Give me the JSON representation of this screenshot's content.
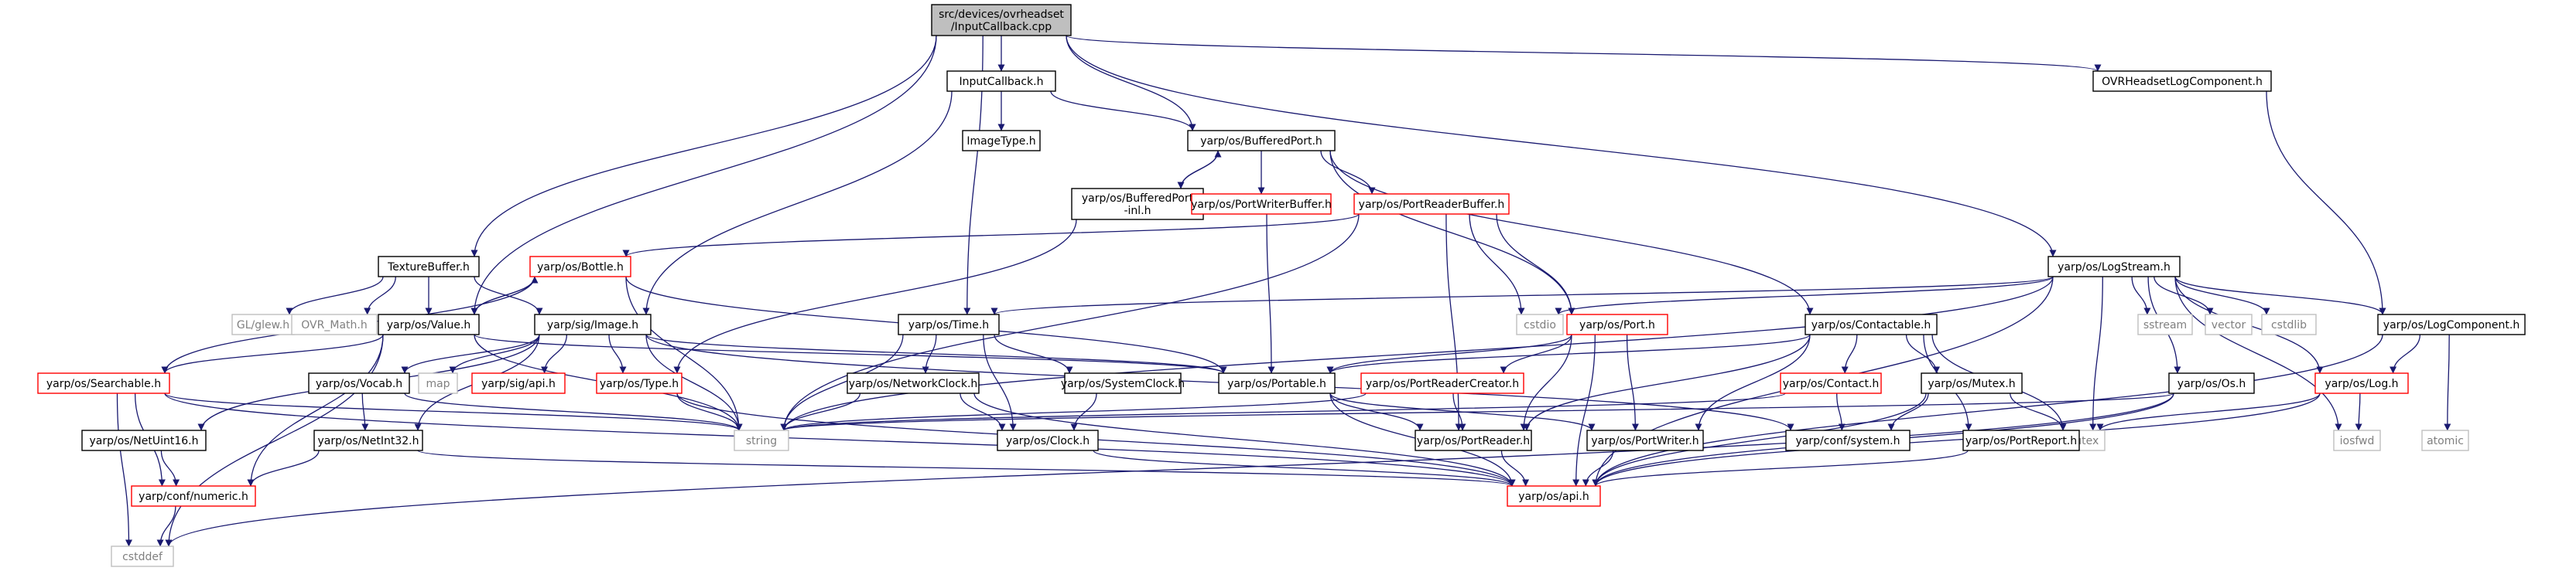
{
  "colors": {
    "edge": "#191970",
    "root_fill": "#bfbfbf",
    "normal_border": "#000000",
    "missing_border": "#ff0000",
    "external_border": "#bfbfbf",
    "external_text": "#808080"
  },
  "nodes": [
    {
      "id": "root",
      "lines": [
        "src/devices/ovrheadset",
        "/InputCallback.cpp"
      ],
      "kind": "root"
    },
    {
      "id": "inputcallback_h",
      "lines": [
        "InputCallback.h"
      ],
      "kind": "normal"
    },
    {
      "id": "ovrlog",
      "lines": [
        "OVRHeadsetLogComponent.h"
      ],
      "kind": "normal"
    },
    {
      "id": "imagetype",
      "lines": [
        "ImageType.h"
      ],
      "kind": "normal"
    },
    {
      "id": "bufferedport",
      "lines": [
        "yarp/os/BufferedPort.h"
      ],
      "kind": "normal"
    },
    {
      "id": "bufferedport_inl",
      "lines": [
        "yarp/os/BufferedPort",
        "-inl.h"
      ],
      "kind": "normal"
    },
    {
      "id": "portwriterbuffer",
      "lines": [
        "yarp/os/PortWriterBuffer.h"
      ],
      "kind": "missing"
    },
    {
      "id": "portreaderbuffer",
      "lines": [
        "yarp/os/PortReaderBuffer.h"
      ],
      "kind": "missing"
    },
    {
      "id": "texturebuffer",
      "lines": [
        "TextureBuffer.h"
      ],
      "kind": "normal"
    },
    {
      "id": "bottle",
      "lines": [
        "yarp/os/Bottle.h"
      ],
      "kind": "missing"
    },
    {
      "id": "glew",
      "lines": [
        "GL/glew.h"
      ],
      "kind": "external"
    },
    {
      "id": "ovrmath",
      "lines": [
        "OVR_Math.h"
      ],
      "kind": "external"
    },
    {
      "id": "value",
      "lines": [
        "yarp/os/Value.h"
      ],
      "kind": "normal"
    },
    {
      "id": "image",
      "lines": [
        "yarp/sig/Image.h"
      ],
      "kind": "normal"
    },
    {
      "id": "time",
      "lines": [
        "yarp/os/Time.h"
      ],
      "kind": "normal"
    },
    {
      "id": "port",
      "lines": [
        "yarp/os/Port.h"
      ],
      "kind": "missing"
    },
    {
      "id": "cstdio",
      "lines": [
        "cstdio"
      ],
      "kind": "external"
    },
    {
      "id": "logstream",
      "lines": [
        "yarp/os/LogStream.h"
      ],
      "kind": "normal"
    },
    {
      "id": "contactable",
      "lines": [
        "yarp/os/Contactable.h"
      ],
      "kind": "normal"
    },
    {
      "id": "sstream",
      "lines": [
        "sstream"
      ],
      "kind": "external"
    },
    {
      "id": "vector",
      "lines": [
        "vector"
      ],
      "kind": "external"
    },
    {
      "id": "cstdlib",
      "lines": [
        "cstdlib"
      ],
      "kind": "external"
    },
    {
      "id": "logcomponent",
      "lines": [
        "yarp/os/LogComponent.h"
      ],
      "kind": "normal"
    },
    {
      "id": "searchable",
      "lines": [
        "yarp/os/Searchable.h"
      ],
      "kind": "missing"
    },
    {
      "id": "vocab",
      "lines": [
        "yarp/os/Vocab.h"
      ],
      "kind": "normal"
    },
    {
      "id": "map",
      "lines": [
        "map"
      ],
      "kind": "external"
    },
    {
      "id": "sigapi",
      "lines": [
        "yarp/sig/api.h"
      ],
      "kind": "missing"
    },
    {
      "id": "type",
      "lines": [
        "yarp/os/Type.h"
      ],
      "kind": "missing"
    },
    {
      "id": "networkclock",
      "lines": [
        "yarp/os/NetworkClock.h"
      ],
      "kind": "normal"
    },
    {
      "id": "systemclock",
      "lines": [
        "yarp/os/SystemClock.h"
      ],
      "kind": "normal"
    },
    {
      "id": "portable",
      "lines": [
        "yarp/os/Portable.h"
      ],
      "kind": "normal"
    },
    {
      "id": "portreadercreator",
      "lines": [
        "yarp/os/PortReaderCreator.h"
      ],
      "kind": "missing"
    },
    {
      "id": "contact",
      "lines": [
        "yarp/os/Contact.h"
      ],
      "kind": "missing"
    },
    {
      "id": "mutex_h",
      "lines": [
        "yarp/os/Mutex.h"
      ],
      "kind": "normal"
    },
    {
      "id": "os",
      "lines": [
        "yarp/os/Os.h"
      ],
      "kind": "normal"
    },
    {
      "id": "log",
      "lines": [
        "yarp/os/Log.h"
      ],
      "kind": "missing"
    },
    {
      "id": "atomic",
      "lines": [
        "atomic"
      ],
      "kind": "external"
    },
    {
      "id": "netuint16",
      "lines": [
        "yarp/os/NetUint16.h"
      ],
      "kind": "normal"
    },
    {
      "id": "netint32",
      "lines": [
        "yarp/os/NetInt32.h"
      ],
      "kind": "normal"
    },
    {
      "id": "string",
      "lines": [
        "string"
      ],
      "kind": "external"
    },
    {
      "id": "clock",
      "lines": [
        "yarp/os/Clock.h"
      ],
      "kind": "normal"
    },
    {
      "id": "portreader",
      "lines": [
        "yarp/os/PortReader.h"
      ],
      "kind": "normal"
    },
    {
      "id": "portwriter",
      "lines": [
        "yarp/os/PortWriter.h"
      ],
      "kind": "normal"
    },
    {
      "id": "confsystem",
      "lines": [
        "yarp/conf/system.h"
      ],
      "kind": "normal"
    },
    {
      "id": "mutex",
      "lines": [
        "mutex"
      ],
      "kind": "external"
    },
    {
      "id": "portreport",
      "lines": [
        "yarp/os/PortReport.h"
      ],
      "kind": "normal"
    },
    {
      "id": "iosfwd",
      "lines": [
        "iosfwd"
      ],
      "kind": "external"
    },
    {
      "id": "confnumeric",
      "lines": [
        "yarp/conf/numeric.h"
      ],
      "kind": "missing"
    },
    {
      "id": "osapi",
      "lines": [
        "yarp/os/api.h"
      ],
      "kind": "missing"
    },
    {
      "id": "cstddef",
      "lines": [
        "cstddef"
      ],
      "kind": "external"
    }
  ],
  "edges": [
    [
      "root",
      "inputcallback_h"
    ],
    [
      "root",
      "bufferedport"
    ],
    [
      "root",
      "texturebuffer"
    ],
    [
      "root",
      "value"
    ],
    [
      "root",
      "time"
    ],
    [
      "root",
      "logstream"
    ],
    [
      "root",
      "ovrlog"
    ],
    [
      "inputcallback_h",
      "imagetype"
    ],
    [
      "inputcallback_h",
      "bufferedport"
    ],
    [
      "inputcallback_h",
      "image"
    ],
    [
      "ovrlog",
      "logcomponent"
    ],
    [
      "bufferedport",
      "bufferedport_inl"
    ],
    [
      "bufferedport",
      "portwriterbuffer"
    ],
    [
      "bufferedport",
      "portreaderbuffer"
    ],
    [
      "bufferedport",
      "port"
    ],
    [
      "bufferedport",
      "contactable"
    ],
    [
      "bufferedport_inl",
      "bufferedport"
    ],
    [
      "bufferedport_inl",
      "type"
    ],
    [
      "portwriterbuffer",
      "portable"
    ],
    [
      "portreaderbuffer",
      "bottle"
    ],
    [
      "portreaderbuffer",
      "port"
    ],
    [
      "portreaderbuffer",
      "cstdio"
    ],
    [
      "portreaderbuffer",
      "portreader"
    ],
    [
      "portreaderbuffer",
      "string"
    ],
    [
      "texturebuffer",
      "glew"
    ],
    [
      "texturebuffer",
      "ovrmath"
    ],
    [
      "texturebuffer",
      "value"
    ],
    [
      "texturebuffer",
      "image"
    ],
    [
      "bottle",
      "value"
    ],
    [
      "bottle",
      "portable"
    ],
    [
      "bottle",
      "searchable"
    ],
    [
      "bottle",
      "string"
    ],
    [
      "value",
      "bottle"
    ],
    [
      "value",
      "portable"
    ],
    [
      "value",
      "searchable"
    ],
    [
      "value",
      "string"
    ],
    [
      "value",
      "confnumeric"
    ],
    [
      "value",
      "cstddef"
    ],
    [
      "image",
      "vocab"
    ],
    [
      "image",
      "map"
    ],
    [
      "image",
      "sigapi"
    ],
    [
      "image",
      "type"
    ],
    [
      "image",
      "portable"
    ],
    [
      "image",
      "netuint16"
    ],
    [
      "image",
      "netint32"
    ],
    [
      "image",
      "confsystem"
    ],
    [
      "image",
      "string"
    ],
    [
      "time",
      "systemclock"
    ],
    [
      "time",
      "networkclock"
    ],
    [
      "time",
      "clock"
    ],
    [
      "time",
      "string"
    ],
    [
      "port",
      "portable"
    ],
    [
      "port",
      "portreadercreator"
    ],
    [
      "port",
      "portreader"
    ],
    [
      "port",
      "portwriter"
    ],
    [
      "port",
      "osapi"
    ],
    [
      "logstream",
      "cstdio"
    ],
    [
      "logstream",
      "sstream"
    ],
    [
      "logstream",
      "vector"
    ],
    [
      "logstream",
      "cstdlib"
    ],
    [
      "logstream",
      "logcomponent"
    ],
    [
      "logstream",
      "log"
    ],
    [
      "logstream",
      "os"
    ],
    [
      "logstream",
      "osapi"
    ],
    [
      "logstream",
      "time"
    ],
    [
      "logstream",
      "string"
    ],
    [
      "logstream",
      "mutex"
    ],
    [
      "logstream",
      "iosfwd"
    ],
    [
      "contactable",
      "portable"
    ],
    [
      "contactable",
      "contact"
    ],
    [
      "contactable",
      "mutex_h"
    ],
    [
      "contactable",
      "portreport"
    ],
    [
      "contactable",
      "portreader"
    ],
    [
      "contactable",
      "portwriter"
    ],
    [
      "contactable",
      "mutex"
    ],
    [
      "logcomponent",
      "log"
    ],
    [
      "logcomponent",
      "atomic"
    ],
    [
      "logcomponent",
      "osapi"
    ],
    [
      "searchable",
      "string"
    ],
    [
      "searchable",
      "confnumeric"
    ],
    [
      "searchable",
      "osapi"
    ],
    [
      "searchable",
      "cstddef"
    ],
    [
      "vocab",
      "netint32"
    ],
    [
      "vocab",
      "string"
    ],
    [
      "type",
      "string"
    ],
    [
      "type",
      "osapi"
    ],
    [
      "networkclock",
      "clock"
    ],
    [
      "networkclock",
      "string"
    ],
    [
      "networkclock",
      "osapi"
    ],
    [
      "systemclock",
      "clock"
    ],
    [
      "portable",
      "portreader"
    ],
    [
      "portable",
      "portwriter"
    ],
    [
      "portable",
      "osapi"
    ],
    [
      "portreadercreator",
      "portreader"
    ],
    [
      "portreadercreator",
      "string"
    ],
    [
      "contact",
      "confsystem"
    ],
    [
      "contact",
      "string"
    ],
    [
      "mutex_h",
      "mutex"
    ],
    [
      "mutex_h",
      "confsystem"
    ],
    [
      "mutex_h",
      "osapi"
    ],
    [
      "os",
      "string"
    ],
    [
      "os",
      "osapi"
    ],
    [
      "os",
      "cstddef"
    ],
    [
      "log",
      "mutex"
    ],
    [
      "log",
      "iosfwd"
    ],
    [
      "log",
      "osapi"
    ],
    [
      "netuint16",
      "confnumeric"
    ],
    [
      "netint32",
      "confnumeric"
    ],
    [
      "netint32",
      "osapi"
    ],
    [
      "clock",
      "osapi"
    ],
    [
      "portreader",
      "osapi"
    ],
    [
      "portwriter",
      "osapi"
    ],
    [
      "portreport",
      "osapi"
    ],
    [
      "confnumeric",
      "cstddef"
    ]
  ]
}
